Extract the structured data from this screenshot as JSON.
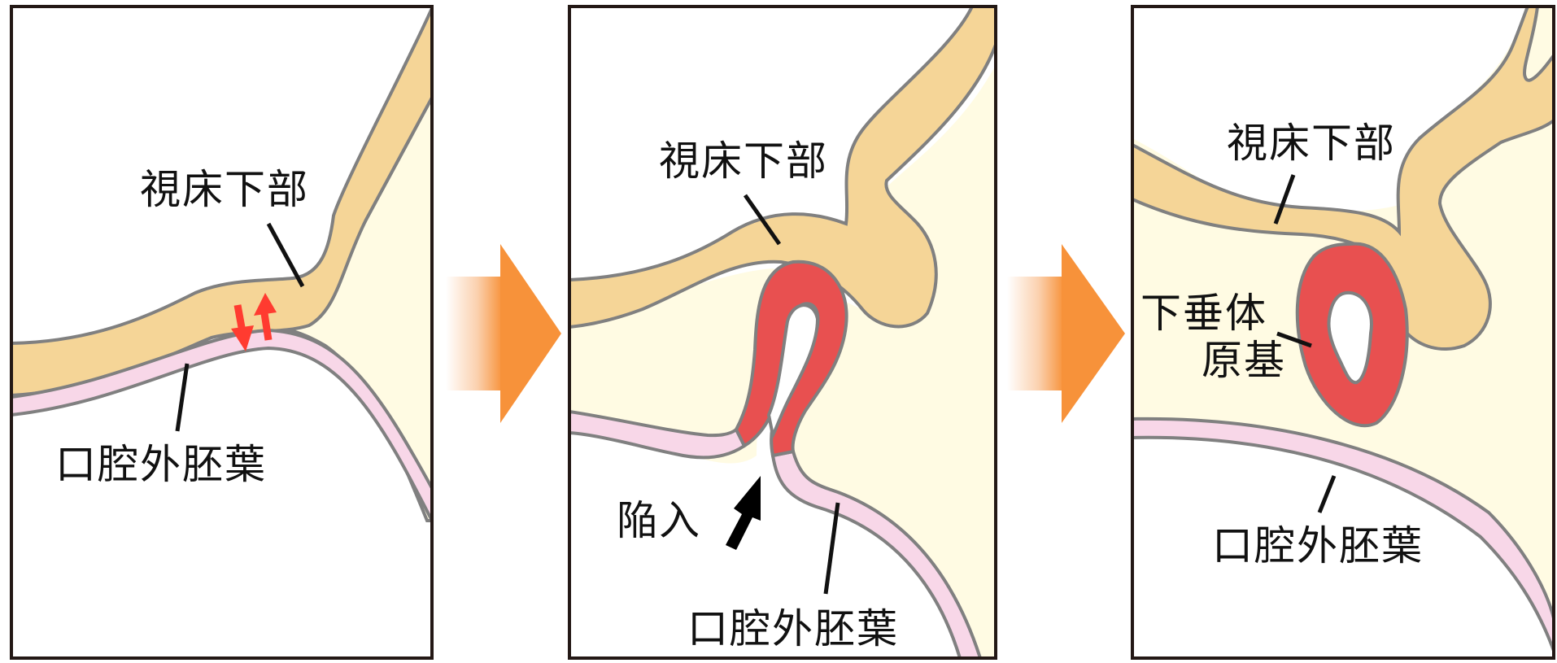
{
  "panels": [
    {
      "hypothalamus_label": "視床下部",
      "oral_ectoderm_label": "口腔外胚葉"
    },
    {
      "hypothalamus_label": "視床下部",
      "invagination_label": "陥入",
      "oral_ectoderm_label": "口腔外胚葉"
    },
    {
      "hypothalamus_label": "視床下部",
      "pituitary_primordium_label_line1": "下垂体",
      "pituitary_primordium_label_line2": "原基",
      "oral_ectoderm_label": "口腔外胚葉"
    }
  ],
  "colors": {
    "neural_tissue": "#F5D597",
    "oral_ectoderm": "#F8D7E8",
    "mesenchyme": "#FFFBE3",
    "pituitary_primordium": "#E85050",
    "interaction_arrows": "#FF3B30",
    "invagination_arrow": "#000000",
    "transition_arrow": "#F7923A",
    "outline": "#808080",
    "frame": "#231815"
  }
}
